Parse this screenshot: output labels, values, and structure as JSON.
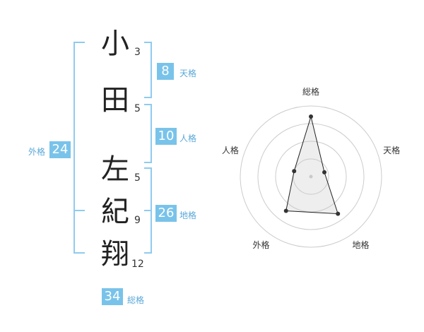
{
  "name": {
    "characters": [
      {
        "char": "小",
        "strokes": "3"
      },
      {
        "char": "田",
        "strokes": "5"
      },
      {
        "char": "左",
        "strokes": "5"
      },
      {
        "char": "紀",
        "strokes": "9"
      },
      {
        "char": "翔",
        "strokes": "12"
      }
    ]
  },
  "fortunes": {
    "tenkaku": {
      "value": "8",
      "label": "天格"
    },
    "jinkaku": {
      "value": "10",
      "label": "人格"
    },
    "chikaku": {
      "value": "26",
      "label": "地格"
    },
    "gaikaku": {
      "value": "24",
      "label": "外格"
    },
    "soukaku": {
      "value": "34",
      "label": "総格"
    }
  },
  "chart_data": {
    "type": "radar",
    "axes": [
      "総格",
      "天格",
      "地格",
      "外格",
      "人格"
    ],
    "values": [
      34,
      8,
      26,
      24,
      10
    ],
    "colors": {
      "accent": "#79c3ea",
      "line": "#222222",
      "ring": "#cccccc"
    }
  }
}
